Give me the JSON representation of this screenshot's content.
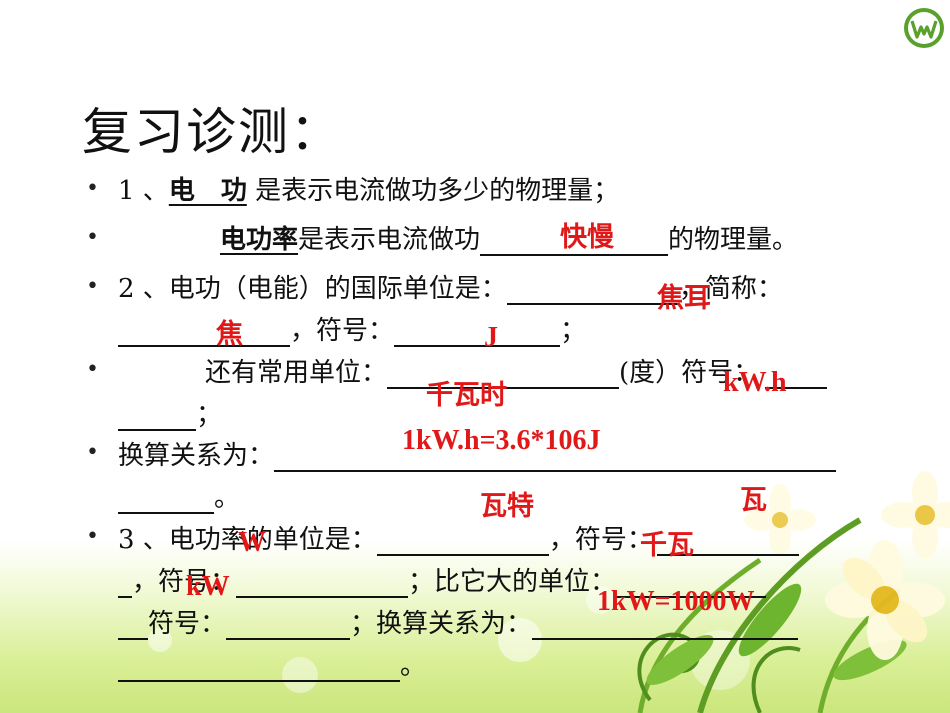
{
  "title": "复习诊测：",
  "bullet_char": "•",
  "lines": {
    "l1": {
      "a": "1 、",
      "b": "电　功",
      "c": "  是表示电流做功多少的物理量；"
    },
    "l2": {
      "a": "电功率",
      "b": "是表示电流做功",
      "c": "的物理量。"
    },
    "l3": {
      "a": "2 、电功（电能）的国际单位是：",
      "b": "，简称："
    },
    "l4": {
      "a": "，符号：",
      "b": "；"
    },
    "l5": {
      "a": "还有常用单位：",
      "b": "(度）符号："
    },
    "l6": {
      "a": "；"
    },
    "l7": {
      "a": "换算关系为："
    },
    "l8": {
      "a": "。"
    },
    "l9": {
      "a": "3 、电功率的单位是：",
      "b": "，符号："
    },
    "l10": {
      "a": "，符号：",
      "b": "；比它大的单位："
    },
    "l11": {
      "a": "符号：",
      "b": "；换算关系为："
    },
    "l12": {
      "a": "。"
    }
  },
  "answers": {
    "kuaiman": "快慢",
    "jiaoer": "焦耳",
    "jiao": "焦",
    "j": "J",
    "qianwashi": "千瓦时",
    "kwh": "kW.h",
    "conv1": "1kW.h=3.6*106J",
    "wate": "瓦特",
    "wa": "瓦",
    "w": "W",
    "qianwa": "千瓦",
    "kw": "kW",
    "conv2": "1kW=1000W"
  },
  "colors": {
    "answer_red": "#e01818",
    "text": "#111111",
    "logo_green": "#5aa02c"
  }
}
